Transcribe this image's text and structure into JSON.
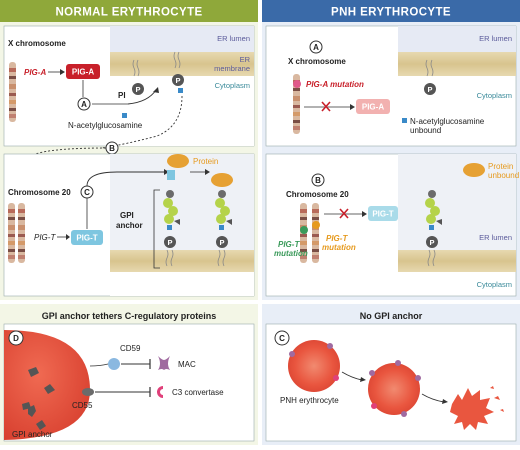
{
  "normal": {
    "title": "NORMAL ERYTHROCYTE",
    "x_chromosome": "X chromosome",
    "pig_a_gene": "PIG-A",
    "pig_a_protein": "PIG-A",
    "pi": "PI",
    "nacetyl": "N-acetylglucosamine",
    "er_lumen": "ER lumen",
    "er_membrane_1": "ER",
    "er_membrane_2": "membrane",
    "cytoplasm": "Cytoplasm",
    "chromosome20": "Chromosome 20",
    "pig_t_gene": "PIG-T",
    "pig_t_protein": "PIG-T",
    "gpi_anchor_1": "GPI",
    "gpi_anchor_2": "anchor",
    "protein": "Protein",
    "step_a": "A",
    "step_b": "B",
    "step_c": "C"
  },
  "pnh": {
    "title": "PNH ERYTHROCYTE",
    "x_chromosome": "X chromosome",
    "pig_a_mutation": "PIG-A mutation",
    "pig_a_protein": "PIG-A",
    "er_lumen": "ER lumen",
    "cytoplasm": "Cytoplasm",
    "nacetyl_1": "N-acetylglucosamine",
    "nacetyl_2": "unbound",
    "chromosome20": "Chromosome 20",
    "pig_t_protein": "PIG-T",
    "pig_t_mutation_green_1": "PIG-T",
    "pig_t_mutation_green_2": "mutation",
    "pig_t_mutation_orange_1": "PIG-T",
    "pig_t_mutation_orange_2": "mutation",
    "protein_1": "Protein",
    "protein_2": "unbound",
    "er_lumen_2": "ER lumen",
    "cytoplasm_2": "Cytoplasm",
    "step_a": "A",
    "step_b": "B"
  },
  "bottom_left": {
    "title": "GPI anchor tethers C-regulatory proteins",
    "label_d": "D",
    "cd59": "CD59",
    "mac": "MAC",
    "cd55": "CD55",
    "c3": "C3 convertase",
    "gpi_anchor": "GPI anchor"
  },
  "bottom_right": {
    "title": "No GPI anchor",
    "label_c": "C",
    "pnh_erythrocyte": "PNH erythrocyte"
  },
  "colors": {
    "normal_header": "#8fa83a",
    "normal_bg": "#f3f6e6",
    "pnh_header": "#3a6aa8",
    "pnh_bg": "#e8eef7",
    "red_text": "#c8202a",
    "green_text": "#3a9a5a",
    "orange_text": "#e69a1e"
  }
}
